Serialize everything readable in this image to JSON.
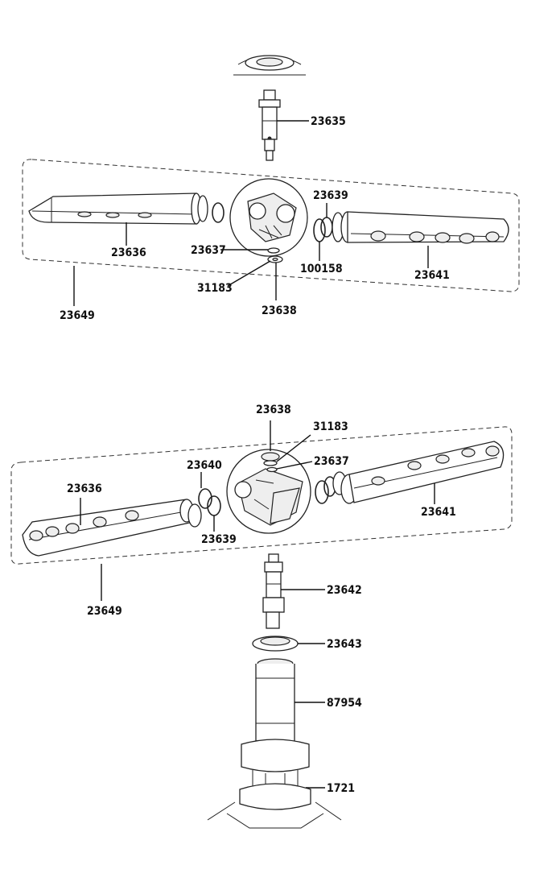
{
  "callouts": {
    "top_23635": "23635",
    "top_23636": "23636",
    "top_23637": "23637",
    "top_23639": "23639",
    "top_100158": "100158",
    "top_23641": "23641",
    "top_31183": "31183",
    "top_23638": "23638",
    "top_23649": "23649",
    "bot_23638": "23638",
    "bot_31183": "31183",
    "bot_23637": "23637",
    "bot_23640": "23640",
    "bot_23636": "23636",
    "bot_23639": "23639",
    "bot_23641": "23641",
    "bot_23649": "23649",
    "bot_23642": "23642",
    "bot_23643": "23643",
    "bot_87954": "87954",
    "bot_1721": "1721"
  }
}
